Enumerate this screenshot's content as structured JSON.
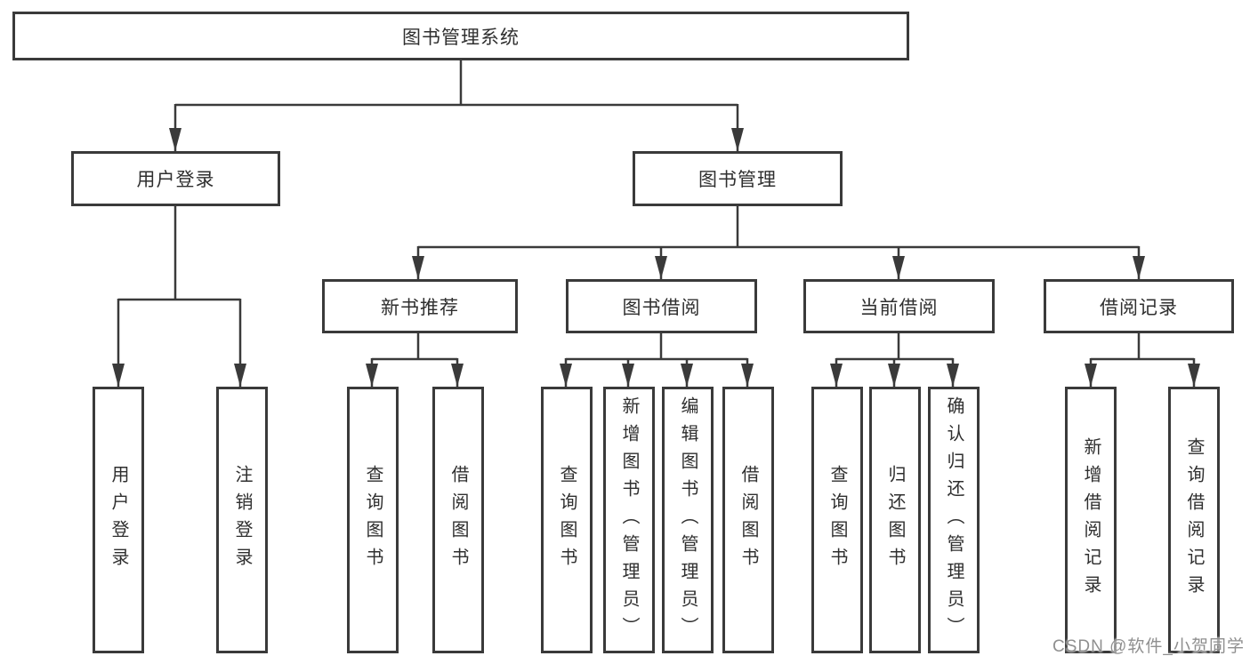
{
  "diagram": {
    "tree": {
      "label": "图书管理系统",
      "children": [
        {
          "label": "用户登录",
          "children": [
            {
              "label": "用户登录"
            },
            {
              "label": "注销登录"
            }
          ]
        },
        {
          "label": "图书管理",
          "children": [
            {
              "label": "新书推荐",
              "children": [
                {
                  "label": "查询图书"
                },
                {
                  "label": "借阅图书"
                }
              ]
            },
            {
              "label": "图书借阅",
              "children": [
                {
                  "label": "查询图书"
                },
                {
                  "label": "新增图书（管理员）"
                },
                {
                  "label": "编辑图书（管理员）"
                },
                {
                  "label": "借阅图书"
                }
              ]
            },
            {
              "label": "当前借阅",
              "children": [
                {
                  "label": "查询图书"
                },
                {
                  "label": "归还图书"
                },
                {
                  "label": "确认归还（管理员）"
                }
              ]
            },
            {
              "label": "借阅记录",
              "children": [
                {
                  "label": "新增借阅记录"
                },
                {
                  "label": "查询借阅记录"
                }
              ]
            }
          ]
        }
      ]
    },
    "watermark": "CSDN @软件_小贺同学",
    "colors": {
      "line": "#3a3a3a",
      "box_border": "#3a3a3a",
      "text": "#2f2f2f",
      "background": "#ffffff",
      "watermark_text": "#8f8f8f"
    }
  }
}
